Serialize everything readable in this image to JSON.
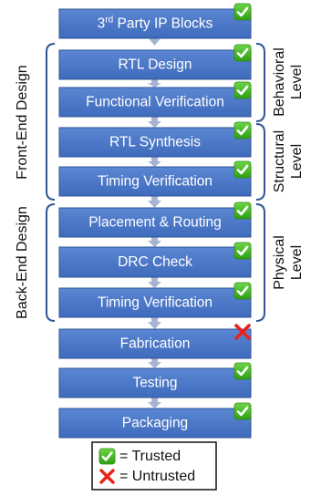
{
  "steps": [
    {
      "label": "3rd Party IP Blocks",
      "status": "trusted"
    },
    {
      "label": "RTL Design",
      "status": "trusted"
    },
    {
      "label": "Functional Verification",
      "status": "trusted"
    },
    {
      "label": "RTL Synthesis",
      "status": "trusted"
    },
    {
      "label": "Timing Verification",
      "status": "trusted"
    },
    {
      "label": "Placement & Routing",
      "status": "trusted"
    },
    {
      "label": "DRC Check",
      "status": "trusted"
    },
    {
      "label": "Timing Verification",
      "status": "trusted"
    },
    {
      "label": "Fabrication",
      "status": "untrusted"
    },
    {
      "label": "Testing",
      "status": "trusted"
    },
    {
      "label": "Packaging",
      "status": "trusted"
    }
  ],
  "first_step": {
    "pre": "3",
    "sup": "rd",
    "post": " Party IP Blocks"
  },
  "left_groups": [
    {
      "label": "Front-End Design"
    },
    {
      "label": "Back-End Design"
    }
  ],
  "right_groups": [
    {
      "line1": "Behavioral",
      "line2": "Level"
    },
    {
      "line1": "Structural",
      "line2": "Level"
    },
    {
      "line1": "Physical",
      "line2": "Level"
    }
  ],
  "legend": {
    "trusted_label": "= Trusted",
    "untrusted_label": "= Untrusted"
  },
  "colors": {
    "step_fill": "#4472c4",
    "step_border": "#2f5597",
    "arrow": "#a6b4d4",
    "check_bg": "#3fb618",
    "cross": "#e8221b",
    "bracket": "#2f5597"
  }
}
